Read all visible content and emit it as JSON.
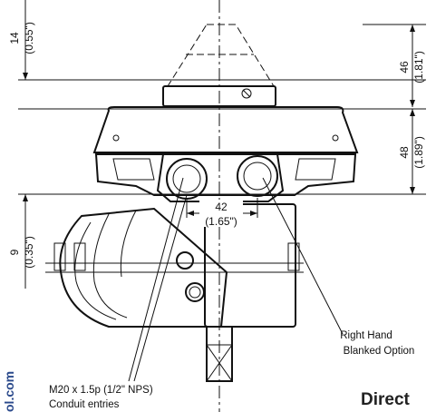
{
  "dimensions": {
    "dim_14_mm": "14",
    "dim_14_in": "(0.55\")",
    "dim_46_mm": "46",
    "dim_46_in": "(1.81\")",
    "dim_48_mm": "48",
    "dim_48_in": "(1.89\")",
    "dim_42_mm": "42",
    "dim_42_in": "(1.65\")",
    "dim_9_mm": "9",
    "dim_9_in": "(0.35\")"
  },
  "callouts": {
    "right_hand_line1": "Right Hand",
    "right_hand_line2": "Blanked Option",
    "conduit_line1": "M20 x 1.5p (1/2\" NPS)",
    "conduit_line2": "Conduit entries"
  },
  "partial_texts": {
    "heading_fragment": "Direct",
    "side_fragment": "ol.com"
  }
}
